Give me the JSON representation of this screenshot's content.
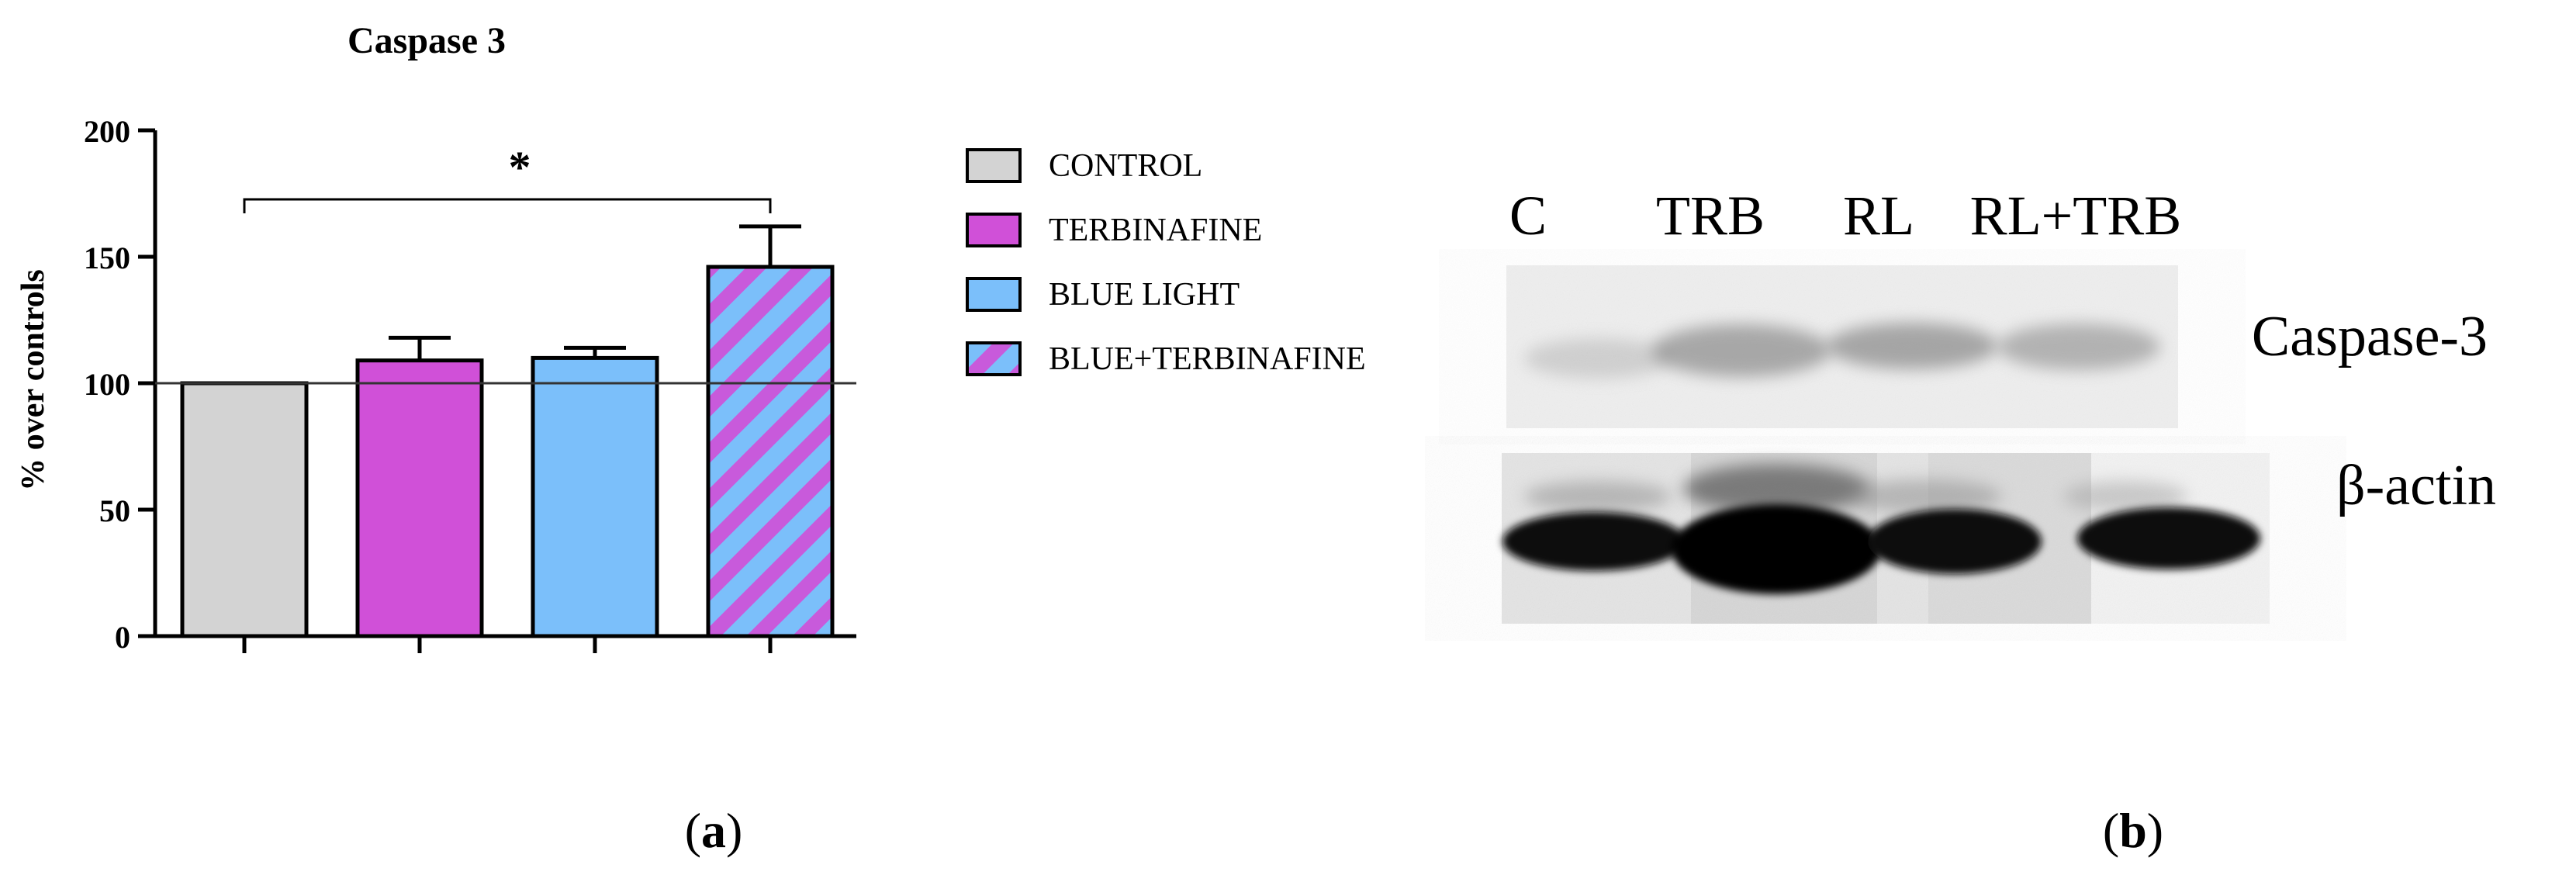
{
  "chart_data": {
    "type": "bar",
    "title": "Caspase 3",
    "ylabel": "% over controls",
    "xlabel": "",
    "ylim": [
      0,
      200
    ],
    "yticks": [
      0,
      50,
      100,
      150,
      200
    ],
    "reference_line": 100,
    "categories": [
      "CONTROL",
      "TERBINAFINE",
      "BLUE LIGHT",
      "BLUE+TERBINAFINE"
    ],
    "values": [
      100,
      109,
      110,
      146
    ],
    "errors": [
      0,
      9,
      4,
      16
    ],
    "legend": [
      "CONTROL",
      "TERBINAFINE",
      "BLUE LIGHT",
      "BLUE+TERBINAFINE"
    ],
    "legend_position": "right",
    "significance": {
      "from": 0,
      "to": 3,
      "label": "*"
    },
    "colors": [
      "#d3d3d3",
      "#d050d8",
      "#7bbffa",
      "hatch:#7bbffa/#c85adb"
    ],
    "grid": false
  },
  "panel_labels": {
    "a": "a",
    "b": "b"
  },
  "blot": {
    "lanes": [
      "C",
      "TRB",
      "RL",
      "RL+TRB"
    ],
    "rows": [
      "Caspase-3",
      "β-actin"
    ]
  }
}
